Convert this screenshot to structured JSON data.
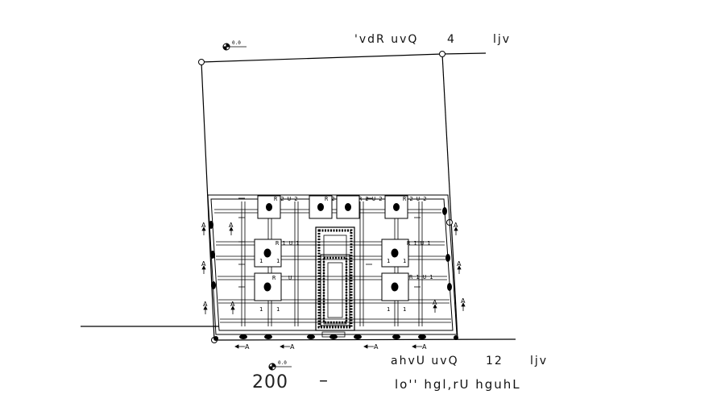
{
  "top_road": {
    "name": "'vdR uvQ",
    "width_value": "4",
    "unit": "ljv"
  },
  "bottom_road": {
    "name": "ahvU uvQ",
    "width_value": "12",
    "unit": "ljv"
  },
  "level_mark_top": "0.0",
  "level_mark_bottom": "0.0",
  "scale_text": "200",
  "scale_dash": "–",
  "drawing_title": "lo'' hgl,rU hguhL",
  "labels": {
    "column_R2": "R 2",
    "column_R2_U2": "R 2  U 2",
    "column_R1_U1": "R 1  U 1",
    "column_R1": "R 1",
    "column_R": "R",
    "U": "U",
    "one": "1",
    "arrow_A": "A"
  }
}
